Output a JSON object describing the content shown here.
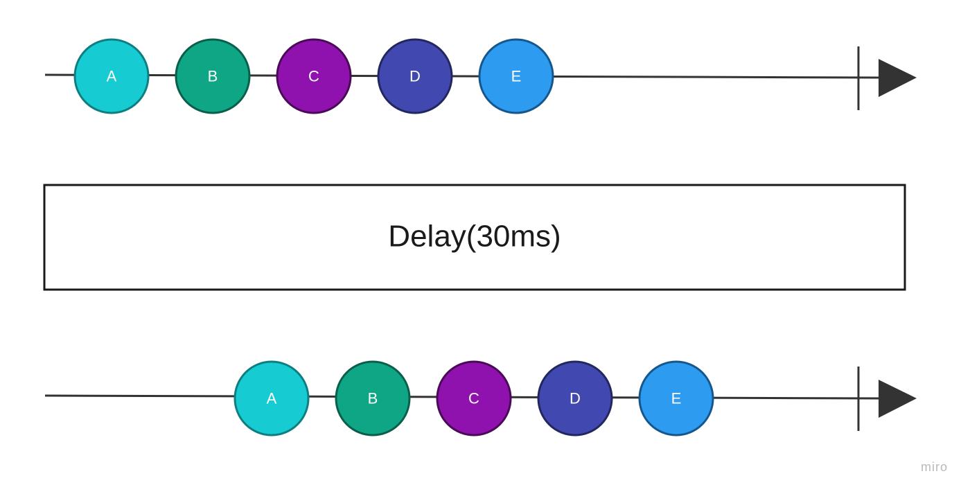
{
  "operator": {
    "label": "Delay(30ms)"
  },
  "timelines": [
    {
      "id": "source",
      "marbles": [
        {
          "label": "A",
          "fill": "#16CCD2",
          "stroke": "#0E7E80"
        },
        {
          "label": "B",
          "fill": "#0EA685",
          "stroke": "#0B5E4A"
        },
        {
          "label": "C",
          "fill": "#9012AE",
          "stroke": "#4A0A58"
        },
        {
          "label": "D",
          "fill": "#4149B0",
          "stroke": "#22275E"
        },
        {
          "label": "E",
          "fill": "#2D9BEF",
          "stroke": "#15578C"
        }
      ]
    },
    {
      "id": "result",
      "marbles": [
        {
          "label": "A",
          "fill": "#16CCD2",
          "stroke": "#0E7E80"
        },
        {
          "label": "B",
          "fill": "#0EA685",
          "stroke": "#0B5E4A"
        },
        {
          "label": "C",
          "fill": "#9012AE",
          "stroke": "#4A0A58"
        },
        {
          "label": "D",
          "fill": "#4149B0",
          "stroke": "#22275E"
        },
        {
          "label": "E",
          "fill": "#2D9BEF",
          "stroke": "#15578C"
        }
      ]
    }
  ],
  "colors": {
    "line": "#333333",
    "marble_text": "#ffffff",
    "box_border": "#1a1a1a",
    "box_text": "#1a1a1a",
    "watermark": "#b9b9b9"
  },
  "watermark": "miro"
}
